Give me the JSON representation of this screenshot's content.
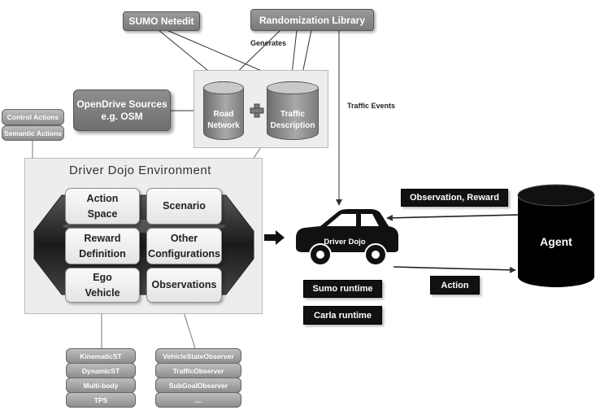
{
  "top": {
    "sumo_netedit": "SUMO Netedit",
    "randomization_library": "Randomization Library",
    "generates": "Generates",
    "traffic_events": "Traffic Events"
  },
  "sources": {
    "opendrive_line1": "OpenDrive Sources",
    "opendrive_line2": "e.g. OSM"
  },
  "network": {
    "road_line1": "Road",
    "road_line2": "Network",
    "traffic_line1": "Traffic",
    "traffic_line2": "Description"
  },
  "actions_stack": [
    "Control Actions",
    "Semantic Actions"
  ],
  "environment": {
    "title": "Driver Dojo Environment",
    "tiles": [
      {
        "line1": "Action",
        "line2": "Space"
      },
      {
        "line1": "Scenario",
        "line2": ""
      },
      {
        "line1": "Reward",
        "line2": "Definition"
      },
      {
        "line1": "Other",
        "line2": "Configurations"
      },
      {
        "line1": "Ego",
        "line2": "Vehicle"
      },
      {
        "line1": "Observations",
        "line2": ""
      }
    ]
  },
  "vehicle_models": [
    "KinematicST",
    "DynamicST",
    "Multi-body",
    "TPS"
  ],
  "observers": [
    "VehicleStateObserver",
    "TrafficObserver",
    "SubGoalObserver",
    "...."
  ],
  "car": {
    "label": "Driver Dojo",
    "runtimes": [
      "Sumo runtime",
      "Carla runtime"
    ]
  },
  "agent": {
    "label": "Agent",
    "observation_reward": "Observation, Reward",
    "action": "Action"
  }
}
